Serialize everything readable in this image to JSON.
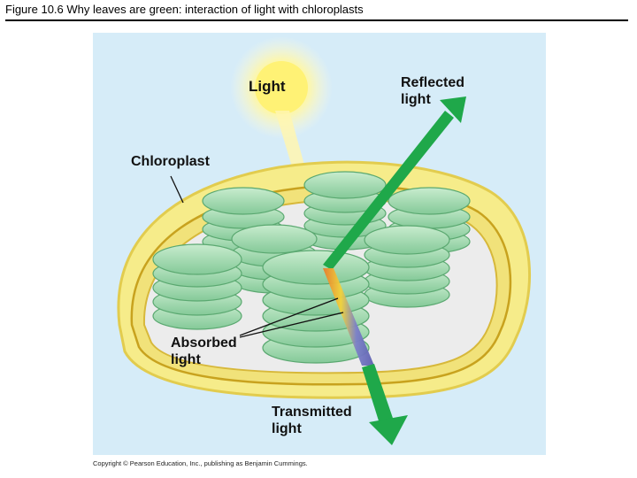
{
  "slide": {
    "title": "Figure 10.6  Why leaves are green: interaction of light with chloroplasts",
    "credit": "Copyright © Pearson Education, Inc., publishing as Benjamin Cummings."
  },
  "diagram": {
    "labels": {
      "light": "Light",
      "reflected": "Reflected\nlight",
      "chloroplast": "Chloroplast",
      "absorbed": "Absorbed\nlight",
      "transmitted": "Transmitted\nlight"
    }
  },
  "colors": {
    "background": "#d6ecf8",
    "membrane_outer": "#f6ec8a",
    "membrane_line": "#c8a21e",
    "stroma": "#ececec",
    "thylakoid": "#9ed8a8",
    "thylakoid_edge": "#5aa870",
    "arrow_green": "#1fa84a",
    "sun": "#fff275"
  }
}
